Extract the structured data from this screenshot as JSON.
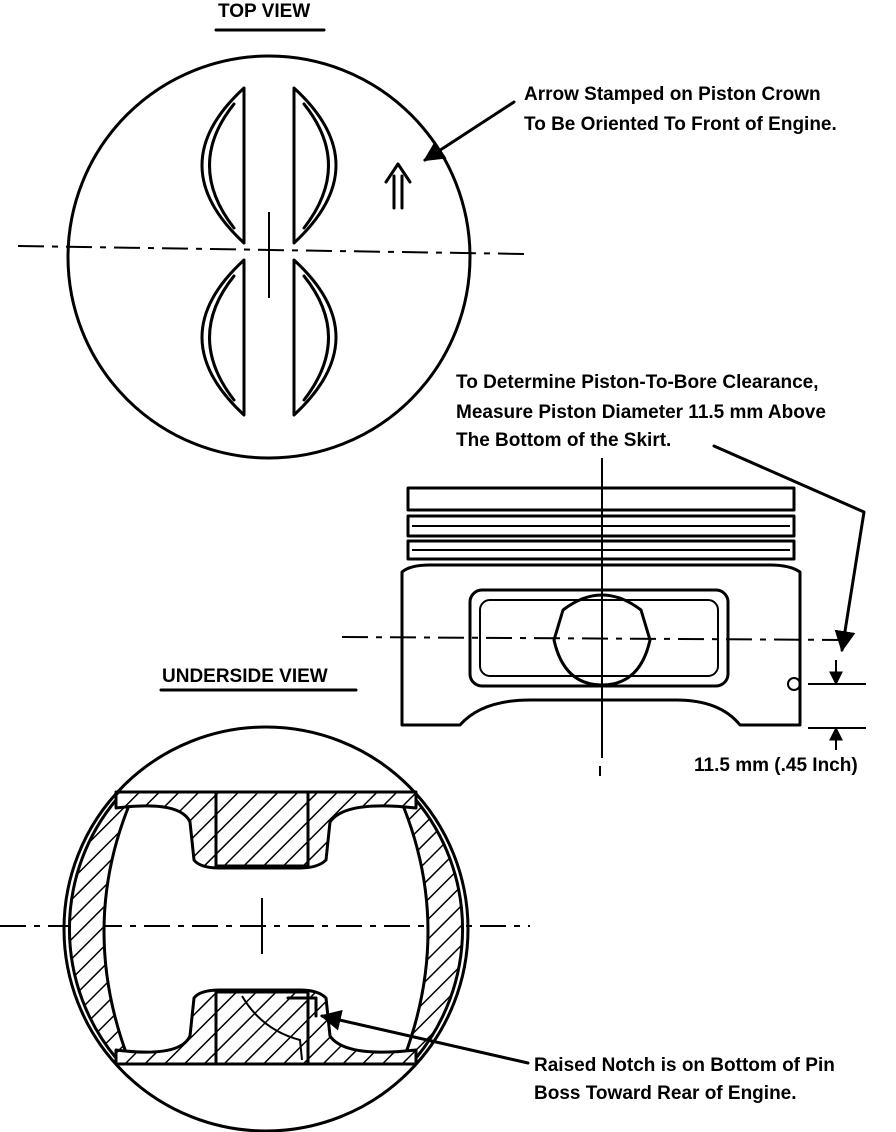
{
  "labels": {
    "top_view": "TOP VIEW",
    "underside_view": "UNDERSIDE VIEW",
    "arrow_note": [
      "Arrow Stamped on Piston Crown",
      "To Be Oriented To Front of Engine."
    ],
    "clearance_note": [
      "To Determine Piston-To-Bore Clearance,",
      "Measure Piston Diameter 11.5 mm Above",
      "The Bottom of the Skirt."
    ],
    "dimension": "11.5 mm (.45 Inch)",
    "notch_note": [
      "Raised Notch is on Bottom of Pin",
      "Boss Toward Rear of Engine."
    ]
  }
}
